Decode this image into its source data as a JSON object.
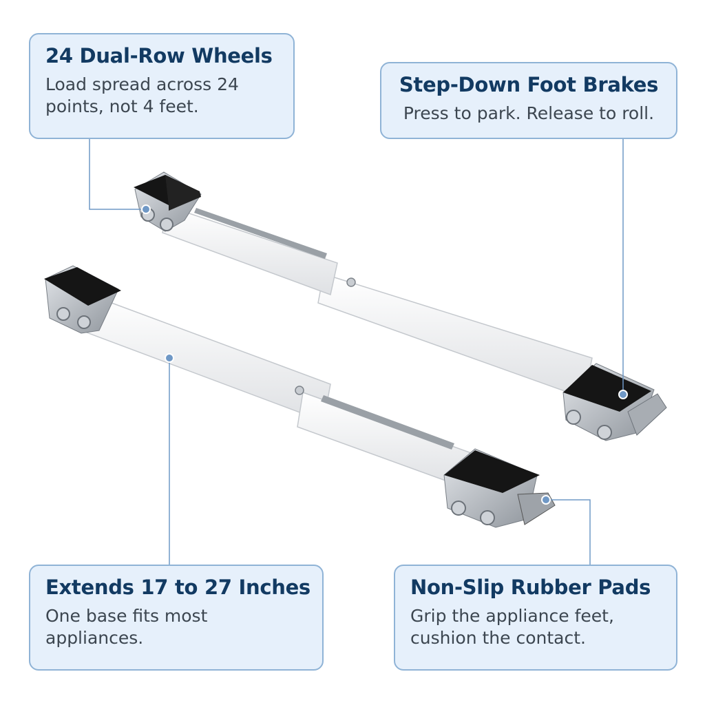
{
  "callouts": {
    "wheels": {
      "title": "24 Dual-Row Wheels",
      "body": "Load spread across 24 points, not 4 feet."
    },
    "brakes": {
      "title": "Step-Down Foot Brakes",
      "body": "Press to park. Release to roll."
    },
    "extends": {
      "title": "Extends 17 to 27 Inches",
      "body": "One base fits most appliances."
    },
    "pads": {
      "title": "Non-Slip Rubber Pads",
      "body": "Grip the appliance feet, cushion the contact."
    }
  },
  "colors": {
    "callout_bg": "#e6f0fb",
    "callout_border": "#8fb3d6",
    "title": "#123a62",
    "body": "#3c4650",
    "leader": "#6f98c6",
    "rail": "#f1f2f4",
    "rubber": "#161616",
    "metal": "#b7bcc2"
  }
}
